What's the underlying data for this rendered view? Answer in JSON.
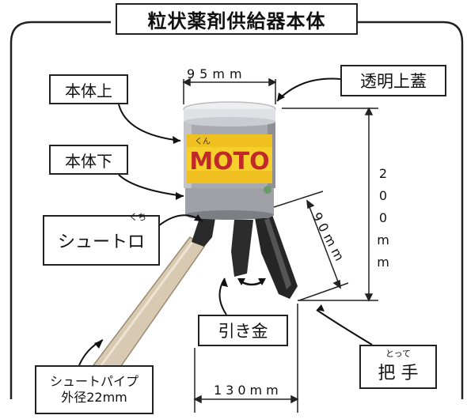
{
  "title": "粒状薬剤供給器本体",
  "labels": {
    "body_upper": "本体上",
    "body_lower": "本体下",
    "transparent_lid": "透明上蓋",
    "chute_mouth": "シュートロ",
    "chute_ruby": "くち",
    "trigger": "引き金",
    "handle": "把 手",
    "handle_ruby": "とって",
    "chute_pipe_line1": "シュートパイプ",
    "chute_pipe_line2": "外径22mm"
  },
  "dimensions": {
    "top_width": "95mm",
    "height": "200mm",
    "handle_length": "90mm",
    "total_width": "130mm"
  },
  "product_band_text": "MOTO",
  "colors": {
    "band": "#f0c020",
    "body": "#a8aab0",
    "handle": "#2a2a2a",
    "pipe": "#c9b79a"
  }
}
